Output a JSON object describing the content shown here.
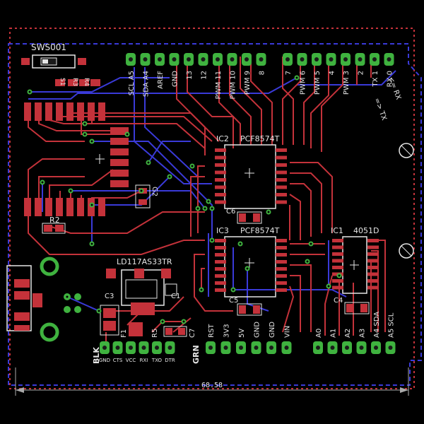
{
  "board": {
    "dimension_label": "68.58",
    "colors": {
      "background": "#000000",
      "top_trace": "#c4323a",
      "bottom_trace": "#3a3ad8",
      "pad": "#c4323a",
      "pin": "#3fb23f",
      "silk": "#e6e6e6",
      "outline": "#c4323a",
      "dim": "#aaaaaa"
    }
  },
  "components": {
    "switch": "SWS001",
    "led_labels": [
      "S1",
      "R3",
      "R4"
    ],
    "r2": "R2",
    "ic2": "IC2",
    "ic2_part": "PCF8574T",
    "c6": "C6",
    "ic3": "IC3",
    "ic3_part": "PCF8574T",
    "c5": "C5",
    "ic1": "IC1",
    "ic1_part": "4051D",
    "c4": "C4",
    "reg": "LD117AS33TR",
    "c3": "C3",
    "c1": "C1",
    "f1": "F1",
    "r5": "R5",
    "c7": "C7",
    "g2": "G2"
  },
  "headers": {
    "top_left_labels": [
      "SCL A5",
      "SDA A4",
      "AREF",
      "GND",
      "13",
      "12",
      "PWM 11",
      "PWM 10",
      "PWM 9",
      "8"
    ],
    "top_right_labels": [
      "7",
      "PWM 6",
      "PWM 5",
      "4",
      "PWM 3",
      "2",
      "TX 1",
      "RX 0"
    ],
    "tx_arrow": "=> TX",
    "rx_arrow": "<= RX",
    "power_labels": [
      "RST",
      "3V3",
      "5V",
      "GND",
      "GND",
      "VIN"
    ],
    "analog_labels": [
      "A0",
      "A1",
      "A2",
      "A3",
      "A4 SDA",
      "A5 SCL"
    ],
    "ftdi_side_left": "BLK",
    "ftdi_side_right": "GRN",
    "ftdi_labels": [
      "GND",
      "CTS",
      "VCC",
      "RXI",
      "TXO",
      "DTR"
    ]
  }
}
